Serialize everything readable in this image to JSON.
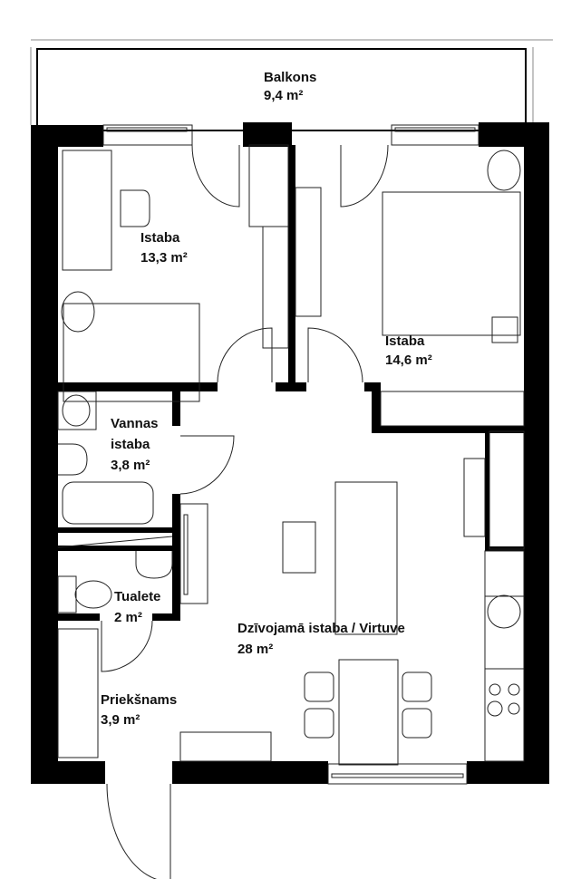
{
  "rooms": {
    "balcony": {
      "name": "Balkons",
      "area": "9,4 m²"
    },
    "bedroom1": {
      "name": "Istaba",
      "area": "13,3 m²"
    },
    "bedroom2": {
      "name": "Istaba",
      "area": "14,6 m²"
    },
    "bathroom": {
      "name_line1": "Vannas",
      "name_line2": "istaba",
      "area": "3,8 m²"
    },
    "toilet": {
      "name": "Tualete",
      "area": "2 m²"
    },
    "living": {
      "name": "Dzīvojamā istaba / Virtuve",
      "area": "28 m²"
    },
    "hallway": {
      "name": "Priekšnams",
      "area": "3,9 m²"
    }
  },
  "colors": {
    "wall": "#000000",
    "line": "#222222"
  }
}
